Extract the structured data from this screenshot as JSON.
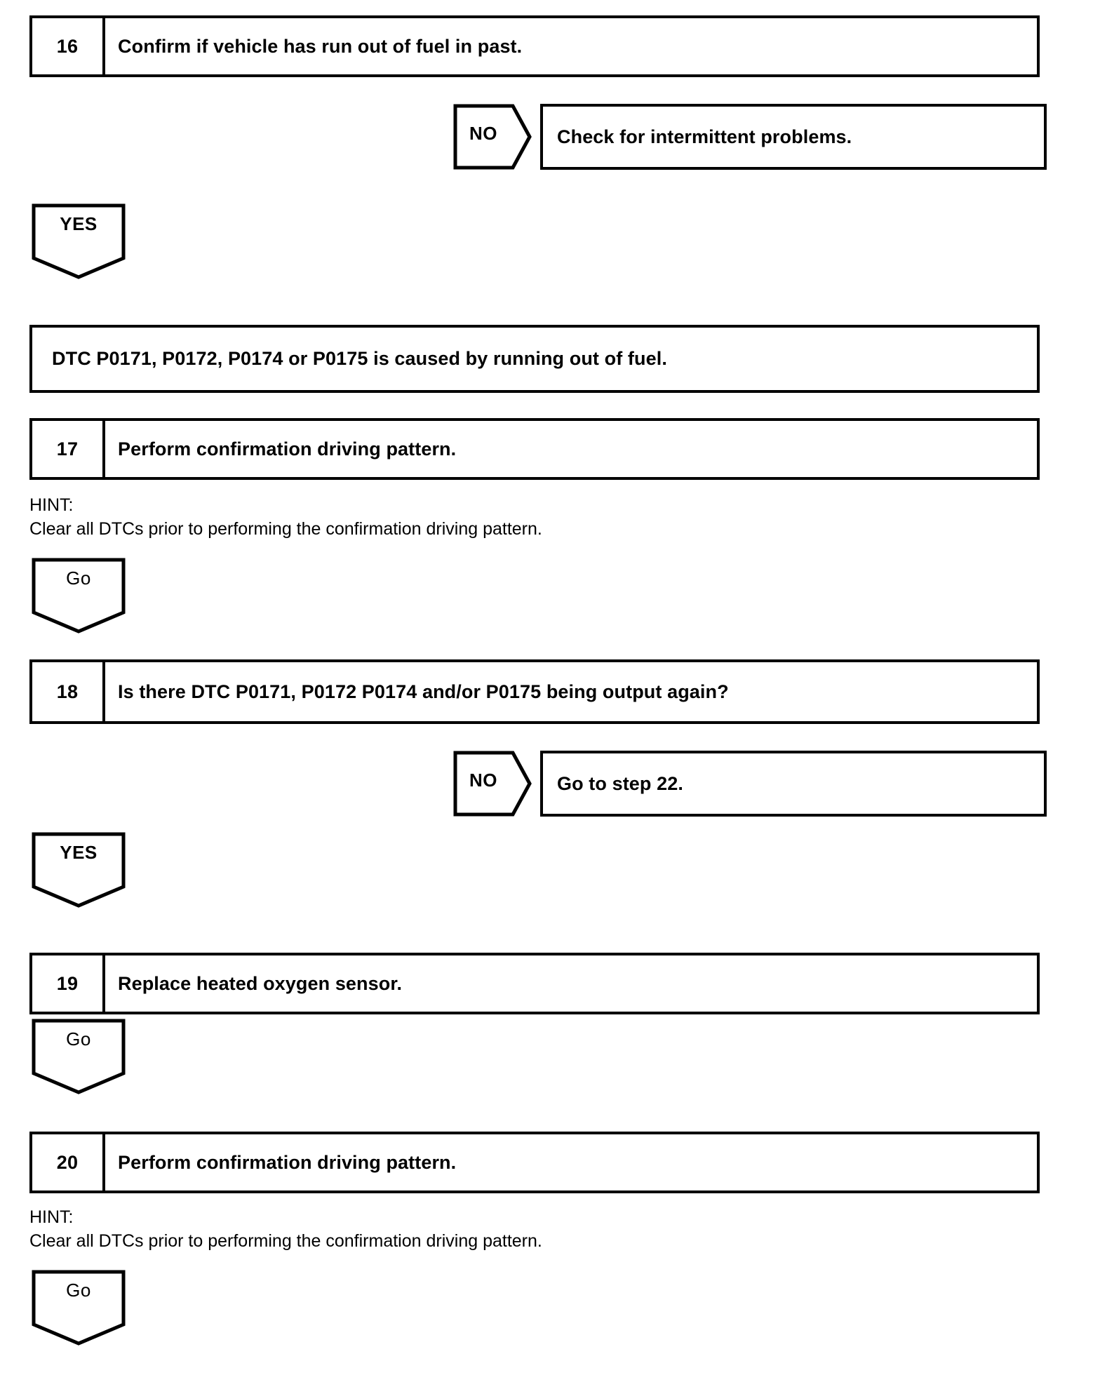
{
  "document": {
    "type": "diagnostic-troubleshooting-flowchart",
    "page_background": "#ffffff",
    "line_color": "#000000"
  },
  "steps": [
    {
      "number": "16",
      "text": "Confirm if vehicle has run out of fuel in past."
    },
    {
      "number": "17",
      "text": "Perform confirmation driving pattern."
    },
    {
      "number": "18",
      "text": "Is there DTC P0171, P0172 P0174 and/or P0175 being output again?"
    },
    {
      "number": "19",
      "text": "Replace heated oxygen sensor."
    },
    {
      "number": "20",
      "text": "Perform confirmation driving pattern."
    }
  ],
  "branches": [
    {
      "tag": "NO",
      "result": "Check for intermittent problems."
    },
    {
      "tag": "NO",
      "result": "Go to step 22."
    }
  ],
  "flow_tags": {
    "yes_1": "YES",
    "yes_2": "YES",
    "go_1": "Go",
    "go_2": "Go",
    "go_3": "Go"
  },
  "statements": [
    {
      "text": "DTC P0171, P0172, P0174 or P0175 is caused by running out of fuel."
    }
  ],
  "hints": [
    {
      "title": "HINT:",
      "body": "Clear all DTCs prior to performing the confirmation driving pattern."
    },
    {
      "title": "HINT:",
      "body": "Clear all DTCs prior to performing the confirmation driving pattern."
    }
  ]
}
